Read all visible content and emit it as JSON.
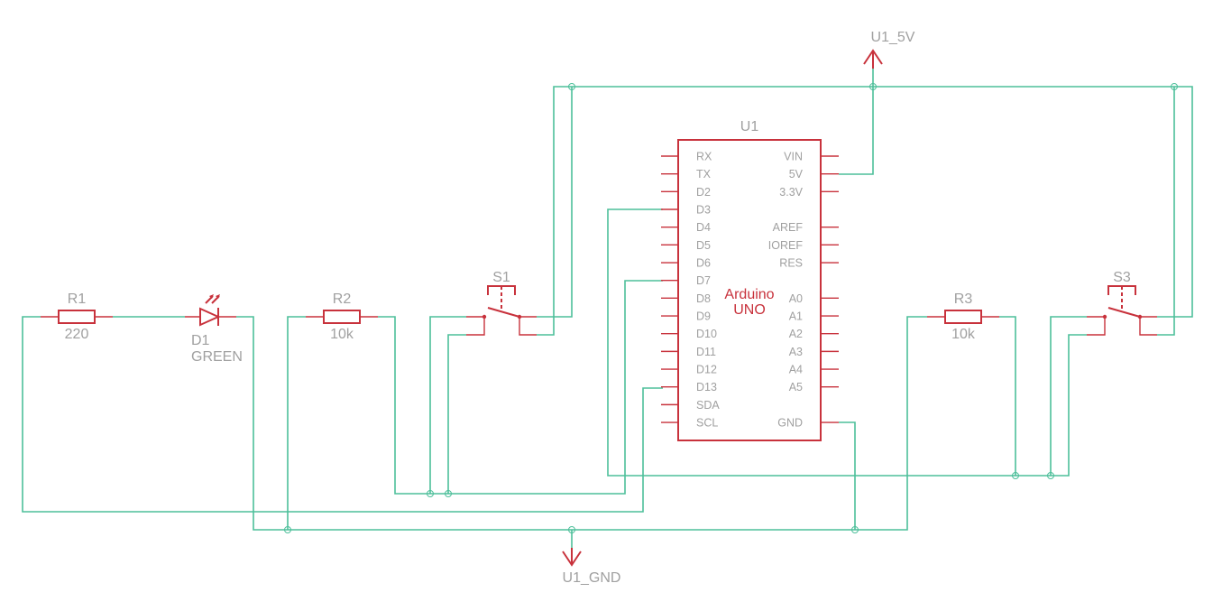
{
  "schematic": {
    "power": {
      "vcc_label": "U1_5V",
      "gnd_label": "U1_GND"
    },
    "components": {
      "r1": {
        "name": "R1",
        "value": "220"
      },
      "d1": {
        "name": "D1",
        "value": "GREEN"
      },
      "r2": {
        "name": "R2",
        "value": "10k"
      },
      "s1": {
        "name": "S1"
      },
      "r3": {
        "name": "R3",
        "value": "10k"
      },
      "s3": {
        "name": "S3"
      },
      "u1": {
        "name": "U1",
        "title_line1": "Arduino",
        "title_line2": "UNO",
        "left_pins": [
          "RX",
          "TX",
          "D2",
          "D3",
          "D4",
          "D5",
          "D6",
          "D7",
          "D8",
          "D9",
          "D10",
          "D11",
          "D12",
          "D13",
          "SDA",
          "SCL"
        ],
        "right_pins": [
          "VIN",
          "5V",
          "3.3V",
          "",
          "AREF",
          "IOREF",
          "RES",
          "",
          "A0",
          "A1",
          "A2",
          "A3",
          "A4",
          "A5",
          "",
          "GND"
        ]
      }
    },
    "colors": {
      "wire": "#4dbf9a",
      "symbol": "#c8323c",
      "label": "#a0a0a0"
    }
  }
}
